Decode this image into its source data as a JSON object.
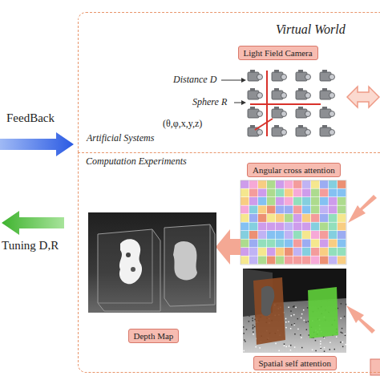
{
  "diagram": {
    "nodes": [
      {
        "text": [
          "Virtual World",
          "Artificial Systems"
        ]
      },
      {
        "text": [
          "Light Field Camera"
        ],
        "in": 0
      },
      {
        "text": [
          "Computation Experiments"
        ]
      },
      {
        "text": [
          "Angular cross attention"
        ],
        "in": 2
      },
      {
        "text": [
          "Spatial self attention"
        ],
        "in": 2
      },
      {
        "text": [
          "Depth Map"
        ],
        "in": 2
      }
    ],
    "labels": [
      "FeedBack",
      "Tuning D,R",
      "Distance D",
      "Sphere R",
      "(θ,φ,x,y,z)"
    ]
  }
}
